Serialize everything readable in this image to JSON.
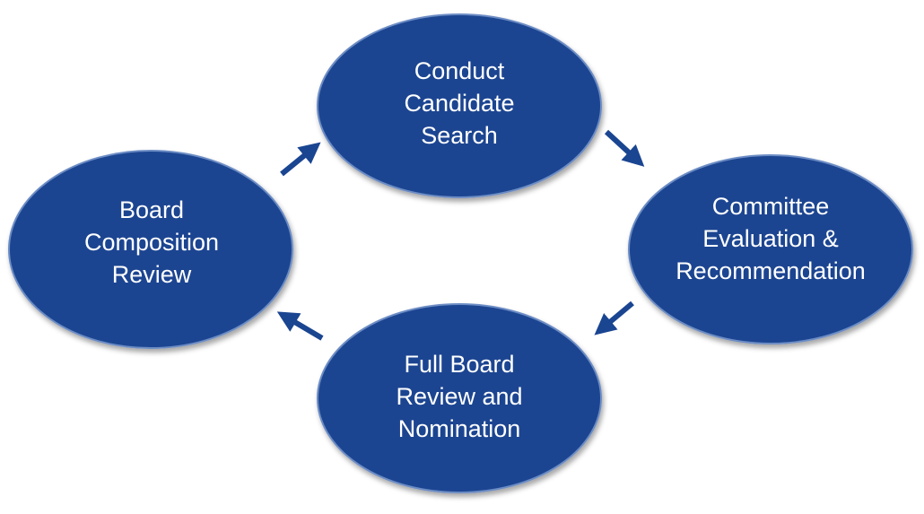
{
  "colors": {
    "node_fill": "#1A4591",
    "node_stroke": "#6C8CC4",
    "arrow": "#1A4591",
    "text": "#FFFFFF"
  },
  "nodes": {
    "top": {
      "label": "Conduct\nCandidate\nSearch"
    },
    "right": {
      "label": "Committee\nEvaluation &\nRecommendation"
    },
    "bottom": {
      "label": "Full Board\nReview and\nNomination"
    },
    "left": {
      "label": "Board\nComposition\nReview"
    }
  }
}
